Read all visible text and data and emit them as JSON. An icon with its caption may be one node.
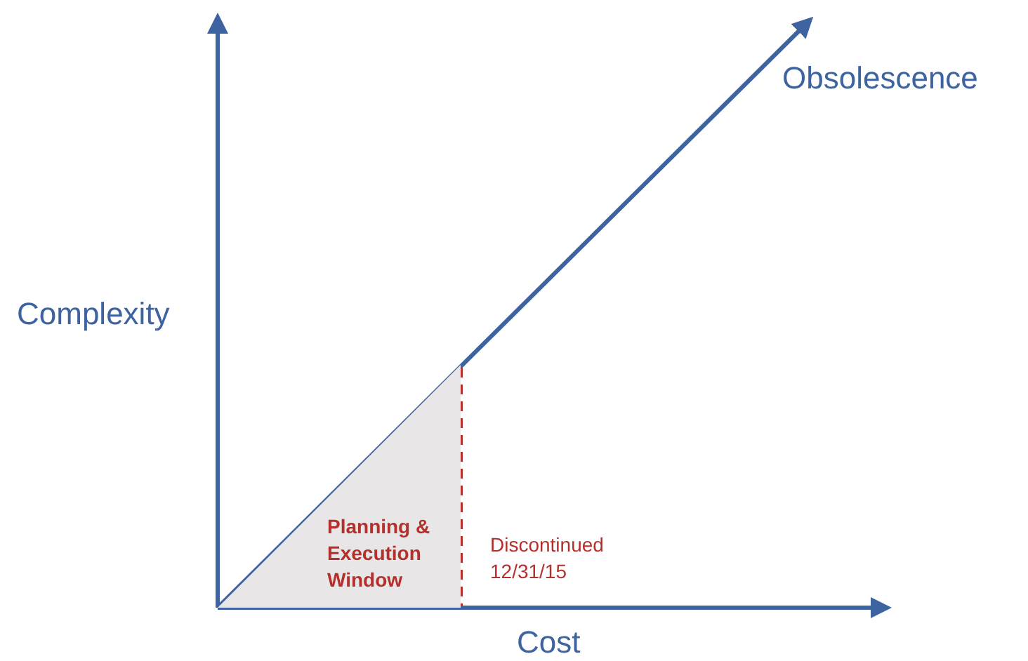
{
  "diagram": {
    "nodes": [
      {
        "text": [
          "Planning & Execution Window"
        ]
      }
    ],
    "labels": [
      "Obsolescence",
      "Complexity",
      "Discontinued 12/31/15",
      "Cost"
    ]
  }
}
